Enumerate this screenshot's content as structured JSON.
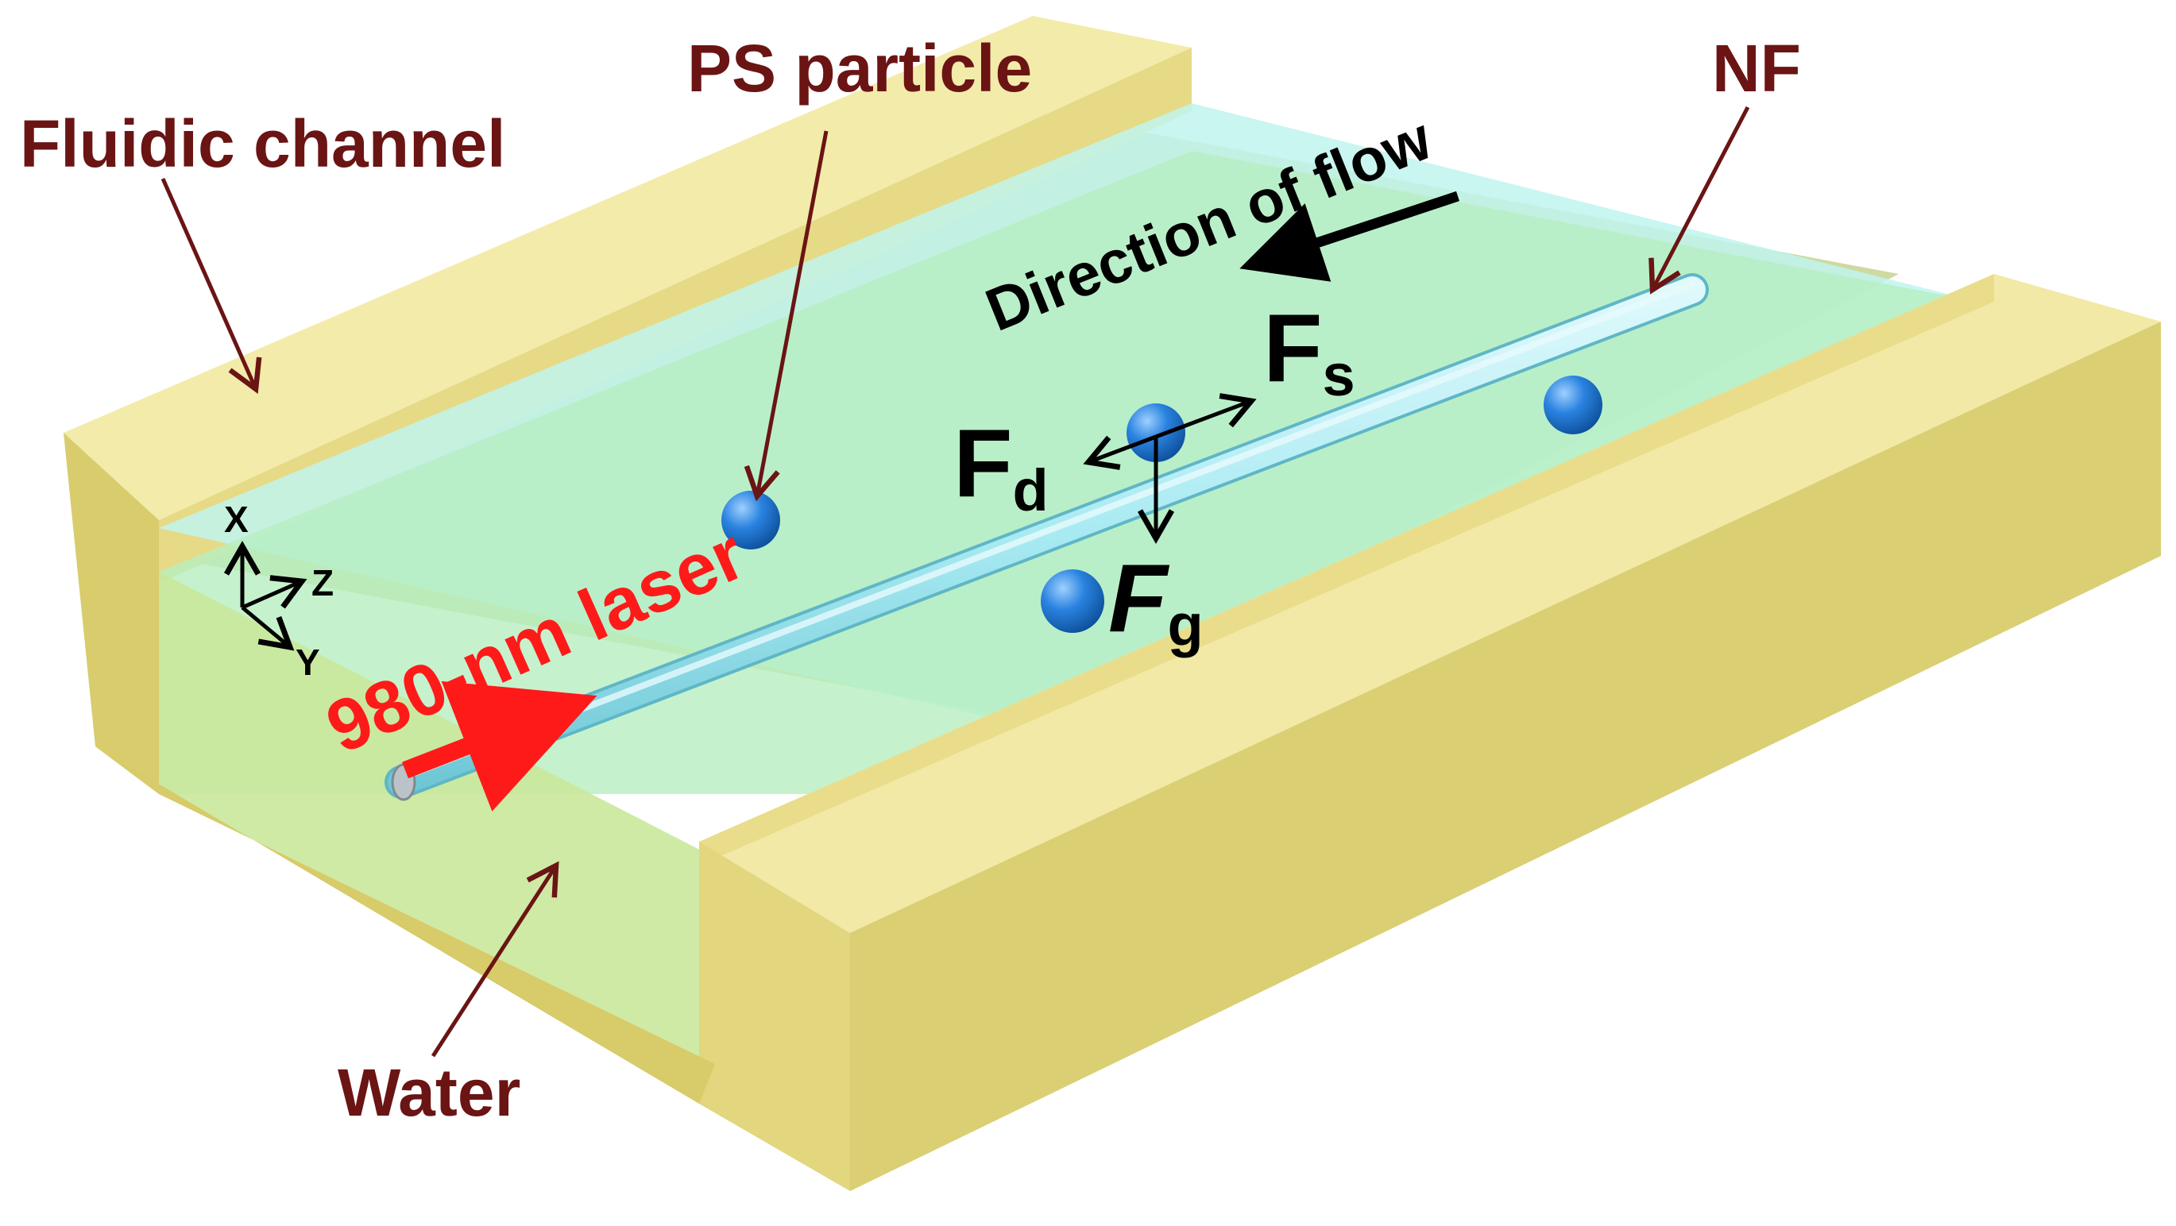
{
  "labels": {
    "fluidic_channel": "Fluidic channel",
    "ps_particle": "PS particle",
    "nf": "NF",
    "water": "Water",
    "direction_of_flow": "Direction of flow",
    "laser": "980-nm laser"
  },
  "forces": {
    "fs": {
      "main": "F",
      "sub": "s"
    },
    "fd": {
      "main": "F",
      "sub": "d"
    },
    "fg": {
      "main": "F",
      "sub": "g"
    }
  },
  "axes": {
    "x": "X",
    "y": "Y",
    "z": "Z"
  },
  "colors": {
    "channel_top": "#f2e9a6",
    "channel_front": "#dfd47a",
    "channel_side": "#e9dd8c",
    "water": "#b7efc0",
    "water_upper": "#bff4ef",
    "nanofiber": "#a8eaf2",
    "particle": "#2a83e0",
    "label_dark_red": "#6b1414",
    "laser_red": "#ff1a1a",
    "arrow_black": "#000000"
  }
}
